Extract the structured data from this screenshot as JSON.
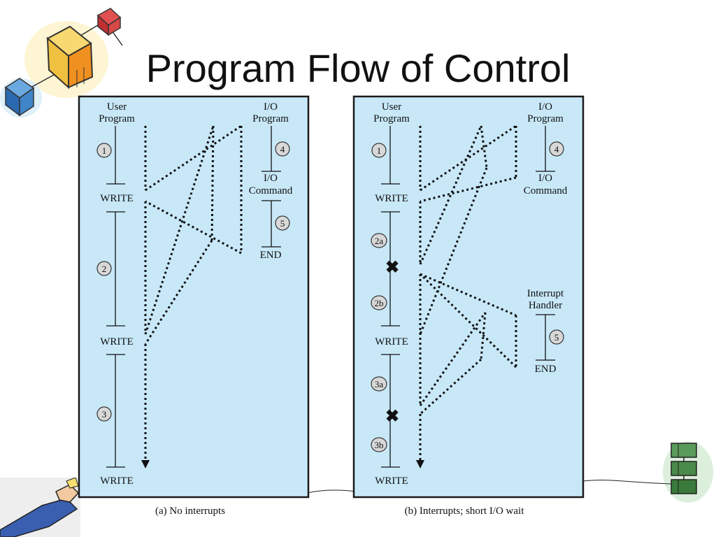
{
  "slide": {
    "title": "Program Flow of Control"
  },
  "panel_a": {
    "user_label_1": "User",
    "user_label_2": "Program",
    "io_label_1": "I/O",
    "io_label_2": "Program",
    "io_cmd_1": "I/O",
    "io_cmd_2": "Command",
    "end": "END",
    "writes": [
      "WRITE",
      "WRITE",
      "WRITE"
    ],
    "nums": [
      "1",
      "2",
      "3",
      "4",
      "5"
    ],
    "caption": "(a) No interrupts"
  },
  "panel_b": {
    "user_label_1": "User",
    "user_label_2": "Program",
    "io_label_1": "I/O",
    "io_label_2": "Program",
    "io_cmd_1": "I/O",
    "io_cmd_2": "Command",
    "handler_1": "Interrupt",
    "handler_2": "Handler",
    "end": "END",
    "writes": [
      "WRITE",
      "WRITE",
      "WRITE"
    ],
    "nums": [
      "1",
      "2a",
      "2b",
      "3a",
      "3b",
      "4",
      "5"
    ],
    "interrupt_mark": "✖",
    "caption": "(b) Interrupts; short I/O wait"
  },
  "colors": {
    "panel_fill": "#c8e8f8",
    "panel_border": "#1a1a1a"
  }
}
